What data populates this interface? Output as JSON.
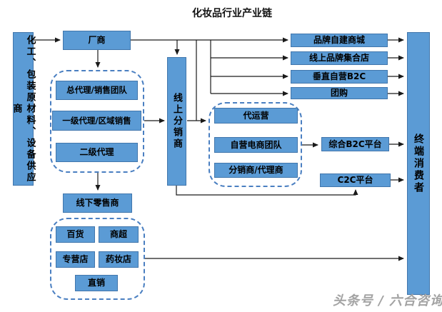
{
  "title": "化妆品行业产业链",
  "watermark": "头条号 / 六合咨询",
  "colors": {
    "box_fill": "#5b9bd5",
    "box_border": "#4176ac",
    "dashed_border": "#4a7fc1",
    "connector_line": "#1a1a1a",
    "text": "#000000",
    "watermark_text": "#a3a3a3"
  },
  "nodes": {
    "suppliers": "化工、包装原材料、设备供应商",
    "manufacturer": "厂商",
    "general_agent": "总代理/销售团队",
    "level1_agent": "一级代理/区域销售",
    "level2_agent": "二级代理",
    "online_distributor": "线上分销商",
    "brand_mall": "品牌自建商城",
    "online_brand_store": "线上品牌集合店",
    "vertical_b2c": "垂直自营B2C",
    "group_buying": "团购",
    "agency_operation": "代运营",
    "self_ecommerce_team": "自营电商团队",
    "distributor_agent": "分销商/代理商",
    "b2c_platform": "综合B2C平台",
    "c2c_platform": "C2C平台",
    "offline_retailer": "线下零售商",
    "department_store": "百货",
    "supermarket": "商超",
    "specialty_store": "专营店",
    "drugstore": "药妆店",
    "direct_sales": "直销",
    "consumer": "终端消费者"
  }
}
